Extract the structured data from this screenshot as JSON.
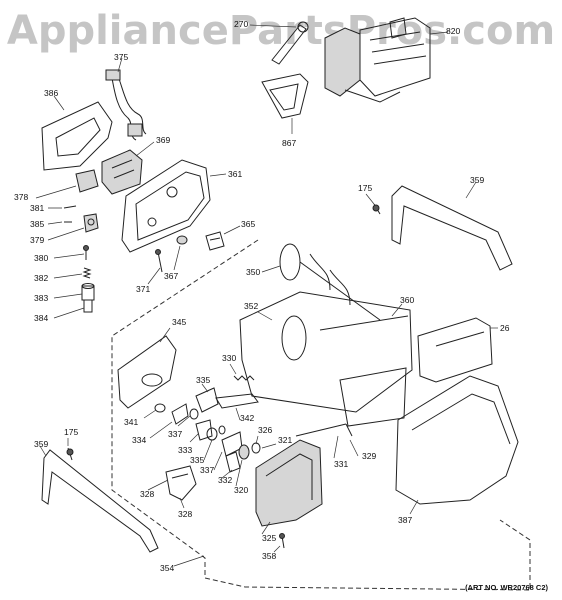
{
  "watermark": "AppliancePartsPros.com",
  "art_number": "(ART NO. WR20768 C2)",
  "callouts": {
    "c270": "270",
    "c820": "820",
    "c375": "375",
    "c386": "386",
    "c867": "867",
    "c369": "369",
    "c361": "361",
    "c378": "378",
    "c381": "381",
    "c385": "385",
    "c379": "379",
    "c380": "380",
    "c382": "382",
    "c383": "383",
    "c384": "384",
    "c365": "365",
    "c367": "367",
    "c371": "371",
    "c175a": "175",
    "c359a": "359",
    "c350": "350",
    "c352": "352",
    "c360": "360",
    "c26": "26",
    "c345": "345",
    "c330": "330",
    "c335a": "335",
    "c341": "341",
    "c334": "334",
    "c337a": "337",
    "c333": "333",
    "c342": "342",
    "c326": "326",
    "c321": "321",
    "c329": "329",
    "c331": "331",
    "c335b": "335",
    "c337b": "337",
    "c332": "332",
    "c320": "320",
    "c175b": "175",
    "c359b": "359",
    "c328a": "328",
    "c328b": "328",
    "c325": "325",
    "c358": "358",
    "c354": "354",
    "c387": "387"
  }
}
